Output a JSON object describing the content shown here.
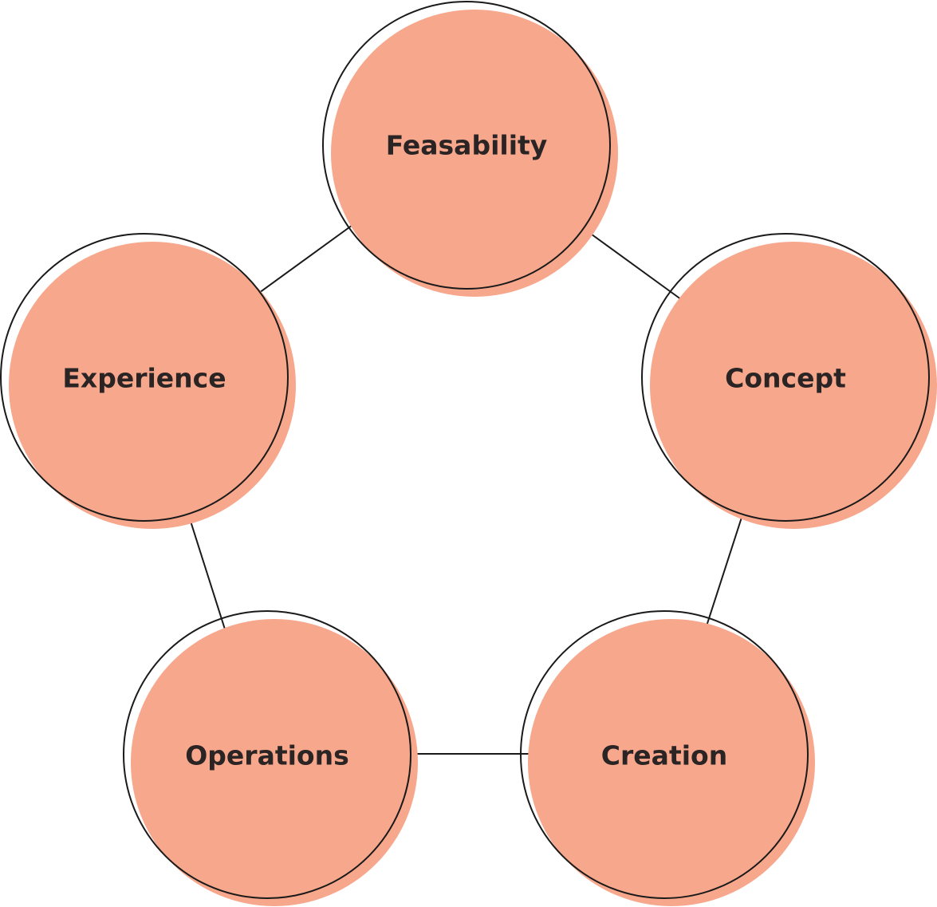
{
  "diagram": {
    "fill_color": "#F7A78C",
    "outline_color": "#1a1a1a",
    "connector_color": "#1a1a1a",
    "text_color": "#2a2424",
    "nodes": {
      "feasability": {
        "label": "Feasability"
      },
      "concept": {
        "label": "Concept"
      },
      "creation": {
        "label": "Creation"
      },
      "operations": {
        "label": "Operations"
      },
      "experience": {
        "label": "Experience"
      }
    },
    "connections": [
      [
        "feasability",
        "concept"
      ],
      [
        "concept",
        "creation"
      ],
      [
        "creation",
        "operations"
      ],
      [
        "operations",
        "experience"
      ],
      [
        "experience",
        "feasability"
      ]
    ]
  }
}
